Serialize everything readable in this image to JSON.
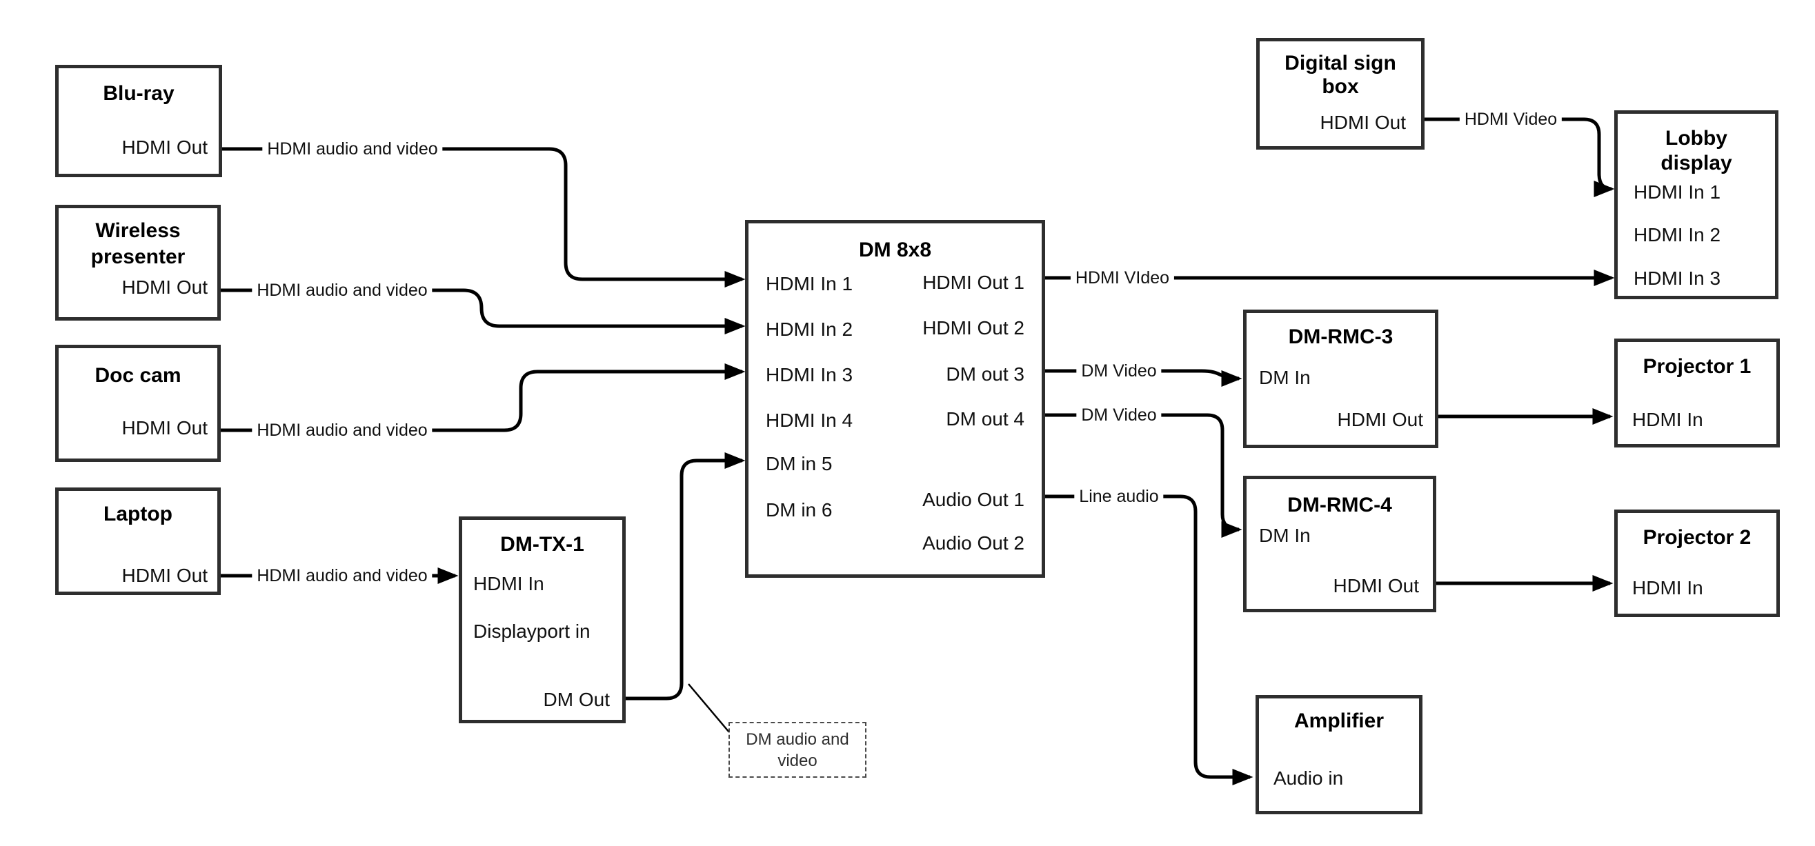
{
  "colors": {
    "background": "#ffffff",
    "wire": "#000000",
    "box_border": "#2e2e2e",
    "text": "#000000"
  },
  "nodes": {
    "bluray": {
      "title": "Blu-ray",
      "ports": {
        "out": "HDMI Out"
      }
    },
    "wireless": {
      "title": "Wireless presenter",
      "ports": {
        "out": "HDMI Out"
      }
    },
    "doccam": {
      "title": "Doc cam",
      "ports": {
        "out": "HDMI Out"
      }
    },
    "laptop": {
      "title": "Laptop",
      "ports": {
        "out": "HDMI Out"
      }
    },
    "dmtx1": {
      "title": "DM-TX-1",
      "ports": {
        "hdmi_in": "HDMI In",
        "dp_in": "Displayport in",
        "dm_out": "DM Out"
      }
    },
    "dm8x8": {
      "title": "DM 8x8",
      "inputs": [
        "HDMI In 1",
        "HDMI In 2",
        "HDMI In 3",
        "HDMI In 4",
        "DM in 5",
        "DM in 6"
      ],
      "outputs": [
        "HDMI Out 1",
        "HDMI Out 2",
        "DM out 3",
        "DM out 4",
        "Audio Out 1",
        "Audio Out 2"
      ]
    },
    "digitalsign": {
      "title": "Digital sign box",
      "ports": {
        "out": "HDMI Out"
      }
    },
    "lobby": {
      "title": "Lobby display",
      "inputs": [
        "HDMI In 1",
        "HDMI In 2",
        "HDMI In 3"
      ]
    },
    "dmrmc3": {
      "title": "DM-RMC-3",
      "ports": {
        "dm_in": "DM In",
        "hdmi_out": "HDMI Out"
      }
    },
    "proj1": {
      "title": "Projector 1",
      "ports": {
        "in": "HDMI In"
      }
    },
    "dmrmc4": {
      "title": "DM-RMC-4",
      "ports": {
        "dm_in": "DM In",
        "hdmi_out": "HDMI Out"
      }
    },
    "proj2": {
      "title": "Projector 2",
      "ports": {
        "in": "HDMI In"
      }
    },
    "amplifier": {
      "title": "Amplifier",
      "ports": {
        "audio_in": "Audio in"
      }
    }
  },
  "edge_labels": {
    "bluray_dm": "HDMI audio and video",
    "wireless_dm": "HDMI audio and video",
    "doccam_dm": "HDMI audio and video",
    "laptop_dmtx": "HDMI audio and video",
    "hdmi_out1": "HDMI VIdeo",
    "dm_out3": "DM Video",
    "dm_out4": "DM Video",
    "audio_out1": "Line audio",
    "digitalsign_lobby": "HDMI Video",
    "note": "DM audio and video"
  }
}
